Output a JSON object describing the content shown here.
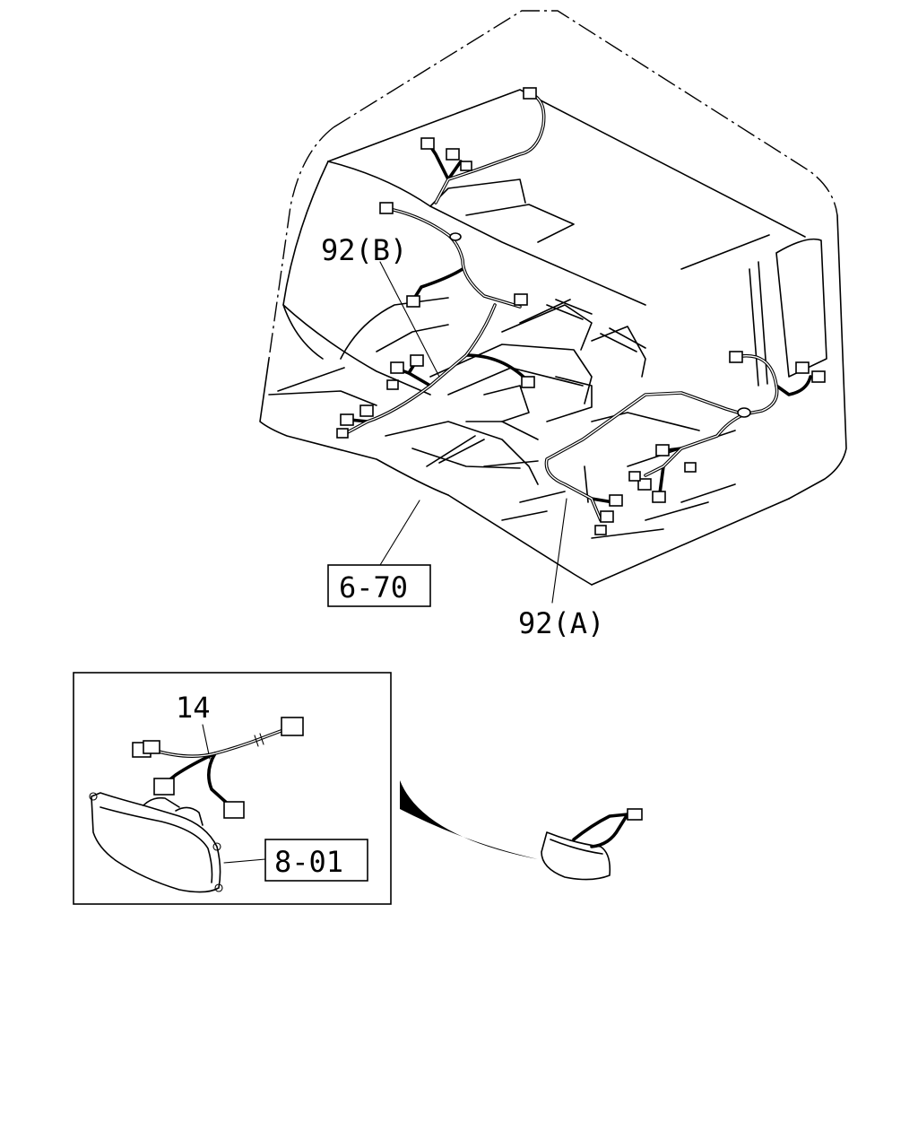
{
  "callouts": {
    "harness_b": "92(B)",
    "harness_a": "92(A)",
    "floor_ref": "6-70",
    "lamp_harness": "14",
    "lamp_ref": "8-01"
  },
  "icons": {
    "cab": "cab-floor-outline",
    "lamp": "headlamp-assembly"
  }
}
